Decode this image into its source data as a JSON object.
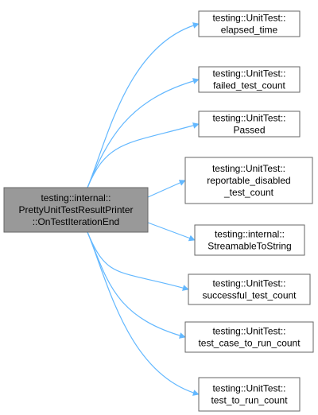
{
  "colors": {
    "edge": "#63b8ff",
    "source_fill": "#999999",
    "source_stroke": "#666666",
    "node_fill": "#ffffff",
    "node_stroke": "#666666"
  },
  "source": {
    "lines": [
      "testing::internal::",
      "PrettyUnitTestResultPrinter",
      "::OnTestIterationEnd"
    ]
  },
  "targets": [
    {
      "id": "elapsed_time",
      "lines": [
        "testing::UnitTest::",
        "elapsed_time"
      ]
    },
    {
      "id": "failed_test_count",
      "lines": [
        "testing::UnitTest::",
        "failed_test_count"
      ]
    },
    {
      "id": "passed",
      "lines": [
        "testing::UnitTest::",
        "Passed"
      ]
    },
    {
      "id": "reportable_disabled_test_count",
      "lines": [
        "testing::UnitTest::",
        "reportable_disabled",
        "_test_count"
      ]
    },
    {
      "id": "streamable_to_string",
      "lines": [
        "testing::internal::",
        "StreamableToString"
      ]
    },
    {
      "id": "successful_test_count",
      "lines": [
        "testing::UnitTest::",
        "successful_test_count"
      ]
    },
    {
      "id": "test_case_to_run_count",
      "lines": [
        "testing::UnitTest::",
        "test_case_to_run_count"
      ]
    },
    {
      "id": "test_to_run_count",
      "lines": [
        "testing::UnitTest::",
        "test_to_run_count"
      ]
    }
  ]
}
